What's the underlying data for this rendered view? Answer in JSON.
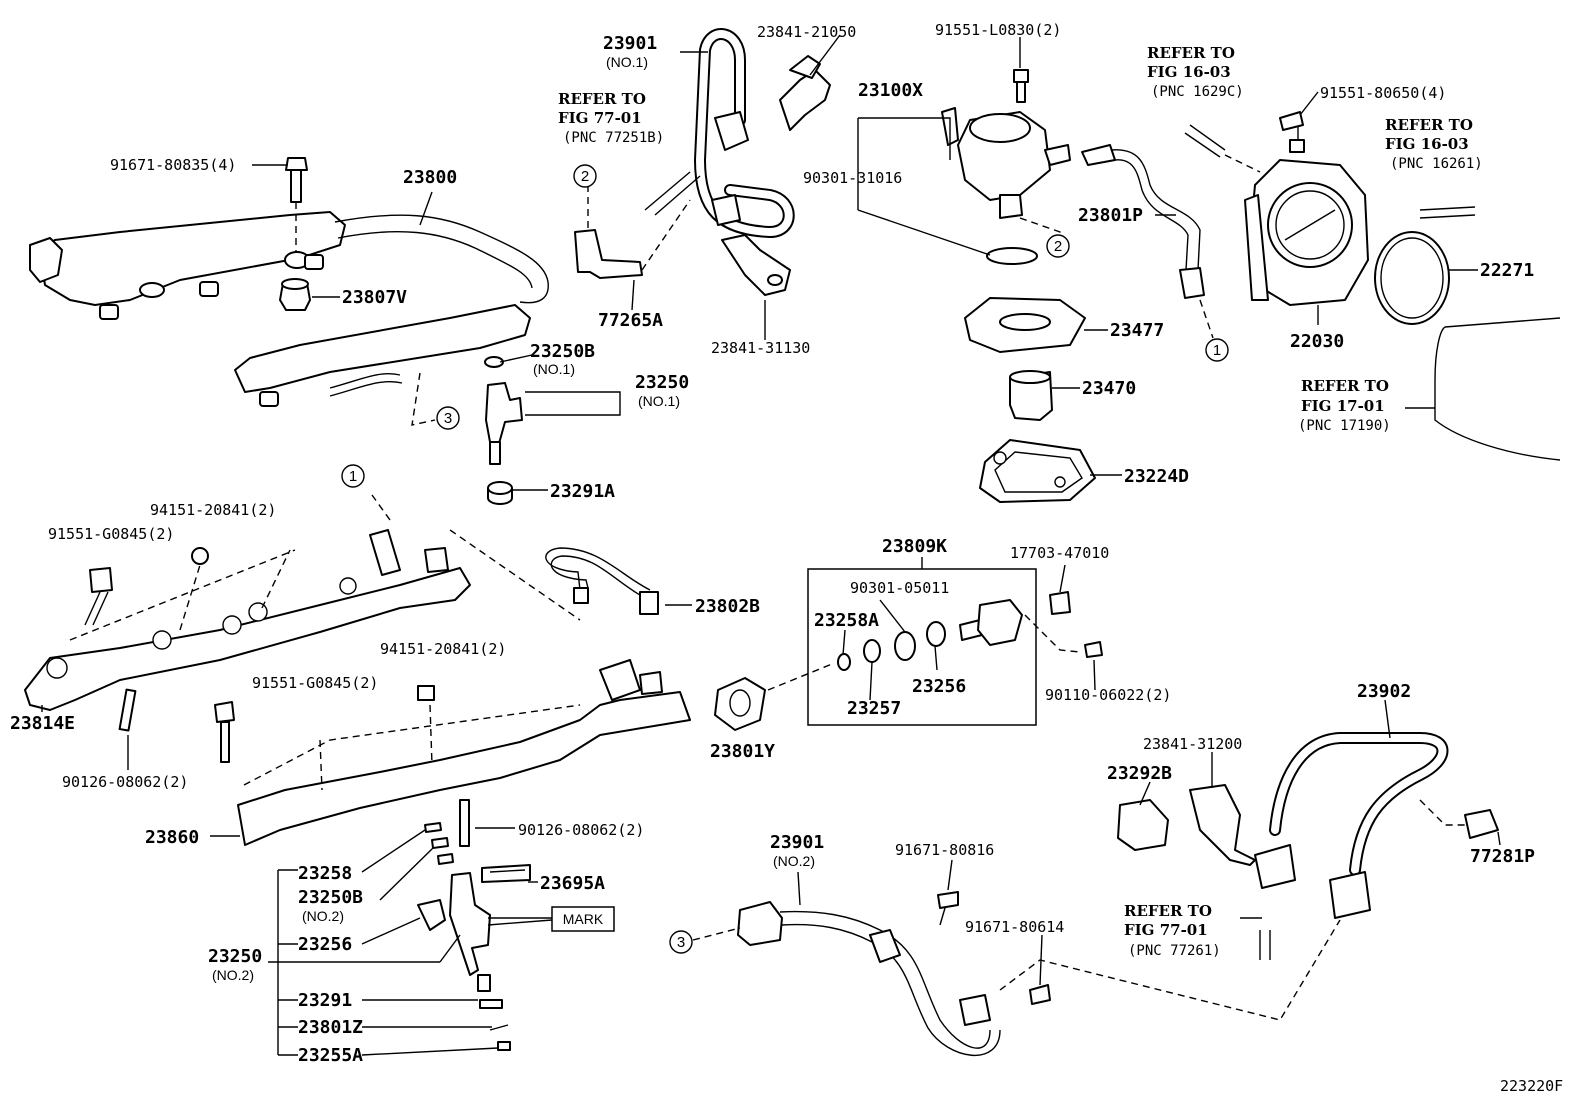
{
  "diagram_id": "223220F",
  "mark_label": "MARK",
  "circle_refs": [
    "1",
    "2",
    "3"
  ],
  "parts": {
    "p23901_1": "23901",
    "p23901_1_sub": "(NO.1)",
    "p23841_21050": "23841-21050",
    "p91551_L0830": "91551-L0830(2)",
    "p23100X": "23100X",
    "p90301_31016": "90301-31016",
    "p91671_80835": "91671-80835(4)",
    "p23800": "23800",
    "p23807V": "23807V",
    "p77265A": "77265A",
    "p23841_31130": "23841-31130",
    "p23250B_1": "23250B",
    "p23250B_1_sub": "(NO.1)",
    "p23250_1": "23250",
    "p23250_1_sub": "(NO.1)",
    "p23291A": "23291A",
    "p23801P": "23801P",
    "p23477": "23477",
    "p23470": "23470",
    "p23224D": "23224D",
    "p91551_80650": "91551-80650(4)",
    "p22271": "22271",
    "p22030": "22030",
    "p94151_20841_a": "94151-20841(2)",
    "p91551_G0845_a": "91551-G0845(2)",
    "p23802B": "23802B",
    "p23809K": "23809K",
    "p17703_47010": "17703-47010",
    "p90301_05011": "90301-05011",
    "p23258A": "23258A",
    "p23256_k": "23256",
    "p23257": "23257",
    "p90110_06022": "90110-06022(2)",
    "p23801Y": "23801Y",
    "p94151_20841_b": "94151-20841(2)",
    "p91551_G0845_b": "91551-G0845(2)",
    "p23814E": "23814E",
    "p90126_08062_a": "90126-08062(2)",
    "p23860": "23860",
    "p90126_08062_b": "90126-08062(2)",
    "p23258": "23258",
    "p23250B_2": "23250B",
    "p23250B_2_sub": "(NO.2)",
    "p23256": "23256",
    "p23250_2": "23250",
    "p23250_2_sub": "(NO.2)",
    "p23291": "23291",
    "p23801Z": "23801Z",
    "p23255A": "23255A",
    "p23695A": "23695A",
    "p23901_2": "23901",
    "p23901_2_sub": "(NO.2)",
    "p91671_80816": "91671-80816",
    "p91671_80614": "91671-80614",
    "p23902": "23902",
    "p23841_31200": "23841-31200",
    "p23292B": "23292B",
    "p77281P": "77281P"
  },
  "refers": {
    "r1": {
      "l1": "REFER TO",
      "l2": "FIG 77-01",
      "l3": "(PNC 77251B)"
    },
    "r2": {
      "l1": "REFER TO",
      "l2": "FIG 16-03",
      "l3": "(PNC 1629C)"
    },
    "r3": {
      "l1": "REFER TO",
      "l2": "FIG 16-03",
      "l3": "(PNC 16261)"
    },
    "r4": {
      "l1": "REFER TO",
      "l2": "FIG 17-01",
      "l3": "(PNC 17190)"
    },
    "r5": {
      "l1": "REFER TO",
      "l2": "FIG 77-01",
      "l3": "(PNC 77261)"
    }
  }
}
